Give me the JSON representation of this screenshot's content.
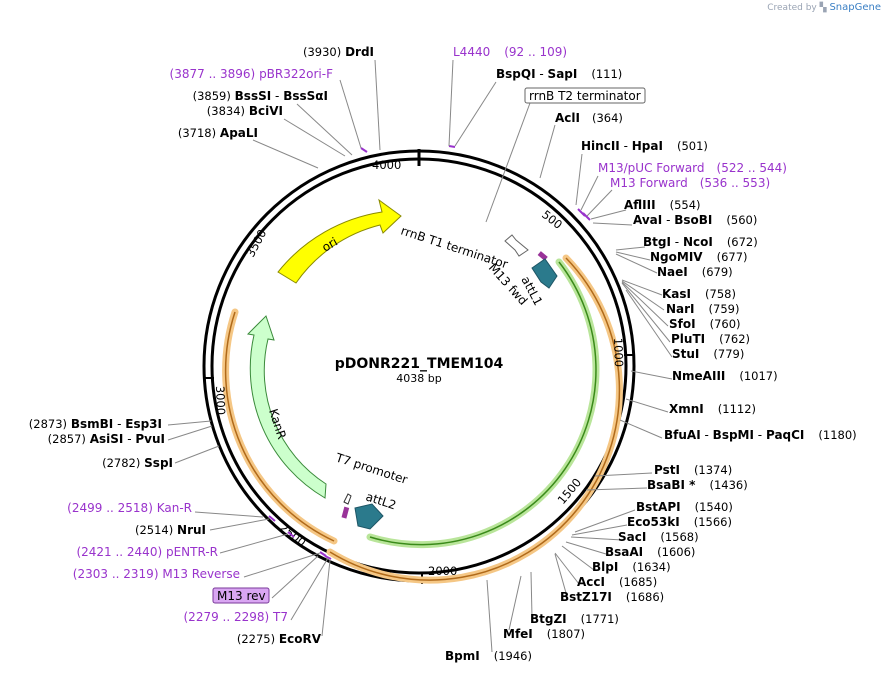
{
  "credit": {
    "prefix": "Created by",
    "brand": "SnapGene"
  },
  "plasmid": {
    "name": "pDONR221_TMEM104",
    "length": "4038 bp"
  },
  "tick_labels": [
    {
      "text": "500"
    },
    {
      "text": "1000"
    },
    {
      "text": "1500"
    },
    {
      "text": "2000"
    },
    {
      "text": "2500"
    },
    {
      "text": "3000"
    },
    {
      "text": "3500"
    },
    {
      "text": "4000"
    }
  ],
  "features": [
    {
      "text": "ori",
      "color": "#ffff00"
    },
    {
      "text": "KanR",
      "color": "#ccffcc"
    },
    {
      "text": "rrnB T1 terminator",
      "color": "#ffffff"
    },
    {
      "text": "M13 fwd",
      "color": "#993399"
    },
    {
      "text": "attL1",
      "color": "#2b7a8c"
    },
    {
      "text": "T7 promoter",
      "color": "#ffffff"
    },
    {
      "text": "attL2",
      "color": "#2b7a8c"
    }
  ],
  "callouts": [
    {
      "name": "DrdI",
      "pos": "(3930)"
    },
    {
      "name": "L4440",
      "pos": "(92 .. 109)"
    },
    {
      "name": "pBR322ori-F",
      "pos": "(3877 .. 3896)"
    },
    {
      "name": "BspQI",
      "sep": "-",
      "name2": "SapI",
      "pos": "(111)"
    },
    {
      "name": "BssSI",
      "sep": "-",
      "name2": "BssSαI",
      "pos": "(3859)"
    },
    {
      "name": "rrnB T2 terminator"
    },
    {
      "name": "BciVI",
      "pos": "(3834)"
    },
    {
      "name": "AclI",
      "pos": "(364)"
    },
    {
      "name": "ApaLI",
      "pos": "(3718)"
    },
    {
      "name": "HincII",
      "sep": "-",
      "name2": "HpaI",
      "pos": "(501)"
    },
    {
      "name": "M13/pUC Forward",
      "pos": "(522 .. 544)"
    },
    {
      "name": "M13 Forward",
      "pos": "(536 .. 553)"
    },
    {
      "name": "AflIII",
      "pos": "(554)"
    },
    {
      "name": "AvaI",
      "sep": "-",
      "name2": "BsoBI",
      "pos": "(560)"
    },
    {
      "name": "BtgI",
      "sep": "-",
      "name2": "NcoI",
      "pos": "(672)"
    },
    {
      "name": "NgoMIV",
      "pos": "(677)"
    },
    {
      "name": "NaeI",
      "pos": "(679)"
    },
    {
      "name": "KasI",
      "pos": "(758)"
    },
    {
      "name": "NarI",
      "pos": "(759)"
    },
    {
      "name": "SfoI",
      "pos": "(760)"
    },
    {
      "name": "PluTI",
      "pos": "(762)"
    },
    {
      "name": "StuI",
      "pos": "(779)"
    },
    {
      "name": "NmeAIII",
      "pos": "(1017)"
    },
    {
      "name": "XmnI",
      "pos": "(1112)"
    },
    {
      "name": "BfuAI",
      "sep": "-",
      "name2": "BspMI",
      "sep2": "-",
      "name3": "PaqCI",
      "pos": "(1180)"
    },
    {
      "name": "PstI",
      "pos": "(1374)"
    },
    {
      "name": "BsaBI *",
      "pos": "(1436)"
    },
    {
      "name": "BstAPI",
      "pos": "(1540)"
    },
    {
      "name": "Eco53kI",
      "pos": "(1566)"
    },
    {
      "name": "SacI",
      "pos": "(1568)"
    },
    {
      "name": "BsaAI",
      "pos": "(1606)"
    },
    {
      "name": "BlpI",
      "pos": "(1634)"
    },
    {
      "name": "AccI",
      "pos": "(1685)"
    },
    {
      "name": "BstZ17I",
      "pos": "(1686)"
    },
    {
      "name": "BtgZI",
      "pos": "(1771)"
    },
    {
      "name": "MfeI",
      "pos": "(1807)"
    },
    {
      "name": "BpmI",
      "pos": "(1946)"
    },
    {
      "name": "EcoRV",
      "pos": "(2275)"
    },
    {
      "name": "T7",
      "pos": "(2279 .. 2298)"
    },
    {
      "name": "M13 rev"
    },
    {
      "name": "M13 Reverse",
      "pos": "(2303 .. 2319)"
    },
    {
      "name": "pENTR-R",
      "pos": "(2421 .. 2440)"
    },
    {
      "name": "NruI",
      "pos": "(2514)"
    },
    {
      "name": "Kan-R",
      "pos": "(2499 .. 2518)"
    },
    {
      "name": "SspI",
      "pos": "(2782)"
    },
    {
      "name": "AsiSI",
      "sep": "-",
      "name2": "PvuI",
      "pos": "(2857)"
    },
    {
      "name": "BsmBI",
      "sep": "-",
      "name2": "Esp3I",
      "pos": "(2873)"
    }
  ],
  "colors": {
    "backbone": "#000000",
    "primer": "#9933cc",
    "leader": "#888888",
    "orange_band": "#f5c785",
    "green_band": "#b9e59a",
    "m13rev_box": "#d9a6f2"
  }
}
